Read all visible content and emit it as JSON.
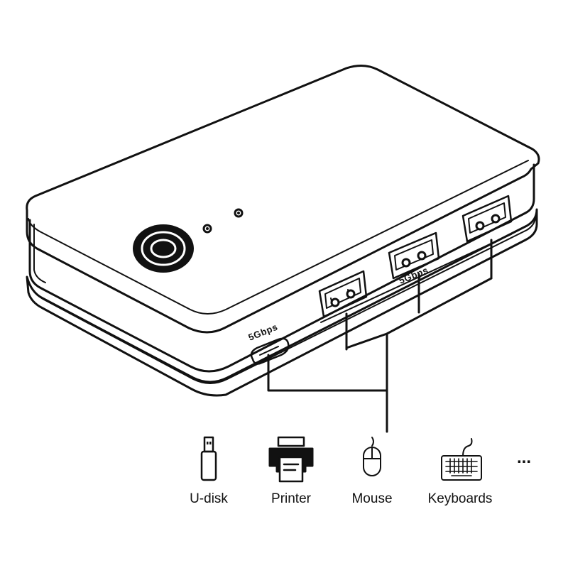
{
  "ports": {
    "usb_c_speed": "5Gbps",
    "usb_a_speed": "5Gbps"
  },
  "devices": [
    {
      "label": "U-disk",
      "icon": "usb-drive-icon"
    },
    {
      "label": "Printer",
      "icon": "printer-icon"
    },
    {
      "label": "Mouse",
      "icon": "mouse-icon"
    },
    {
      "label": "Keyboards",
      "icon": "keyboard-icon"
    }
  ],
  "more_indicator": "...",
  "colors": {
    "line": "#111111",
    "background": "#ffffff"
  }
}
